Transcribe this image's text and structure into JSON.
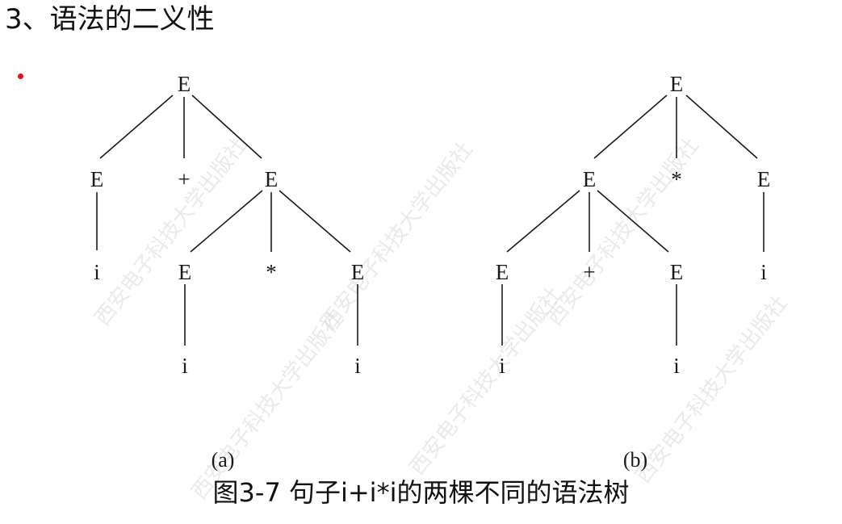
{
  "title": "3、语法的二义性",
  "figure_caption": "图3-7  句子i+i*i的两棵不同的语法树",
  "watermark_text": "西安电子科技大学出版社",
  "colors": {
    "bullet": "#e8141b",
    "text": "#1a1a1a"
  },
  "trees": [
    {
      "label": "(a)",
      "nodes": [
        "E",
        "E",
        "+",
        "E",
        "i",
        "E",
        "*",
        "E",
        "i",
        "i"
      ]
    },
    {
      "label": "(b)",
      "nodes": [
        "E",
        "E",
        "*",
        "E",
        "E",
        "+",
        "E",
        "i",
        "i",
        "i"
      ]
    }
  ]
}
